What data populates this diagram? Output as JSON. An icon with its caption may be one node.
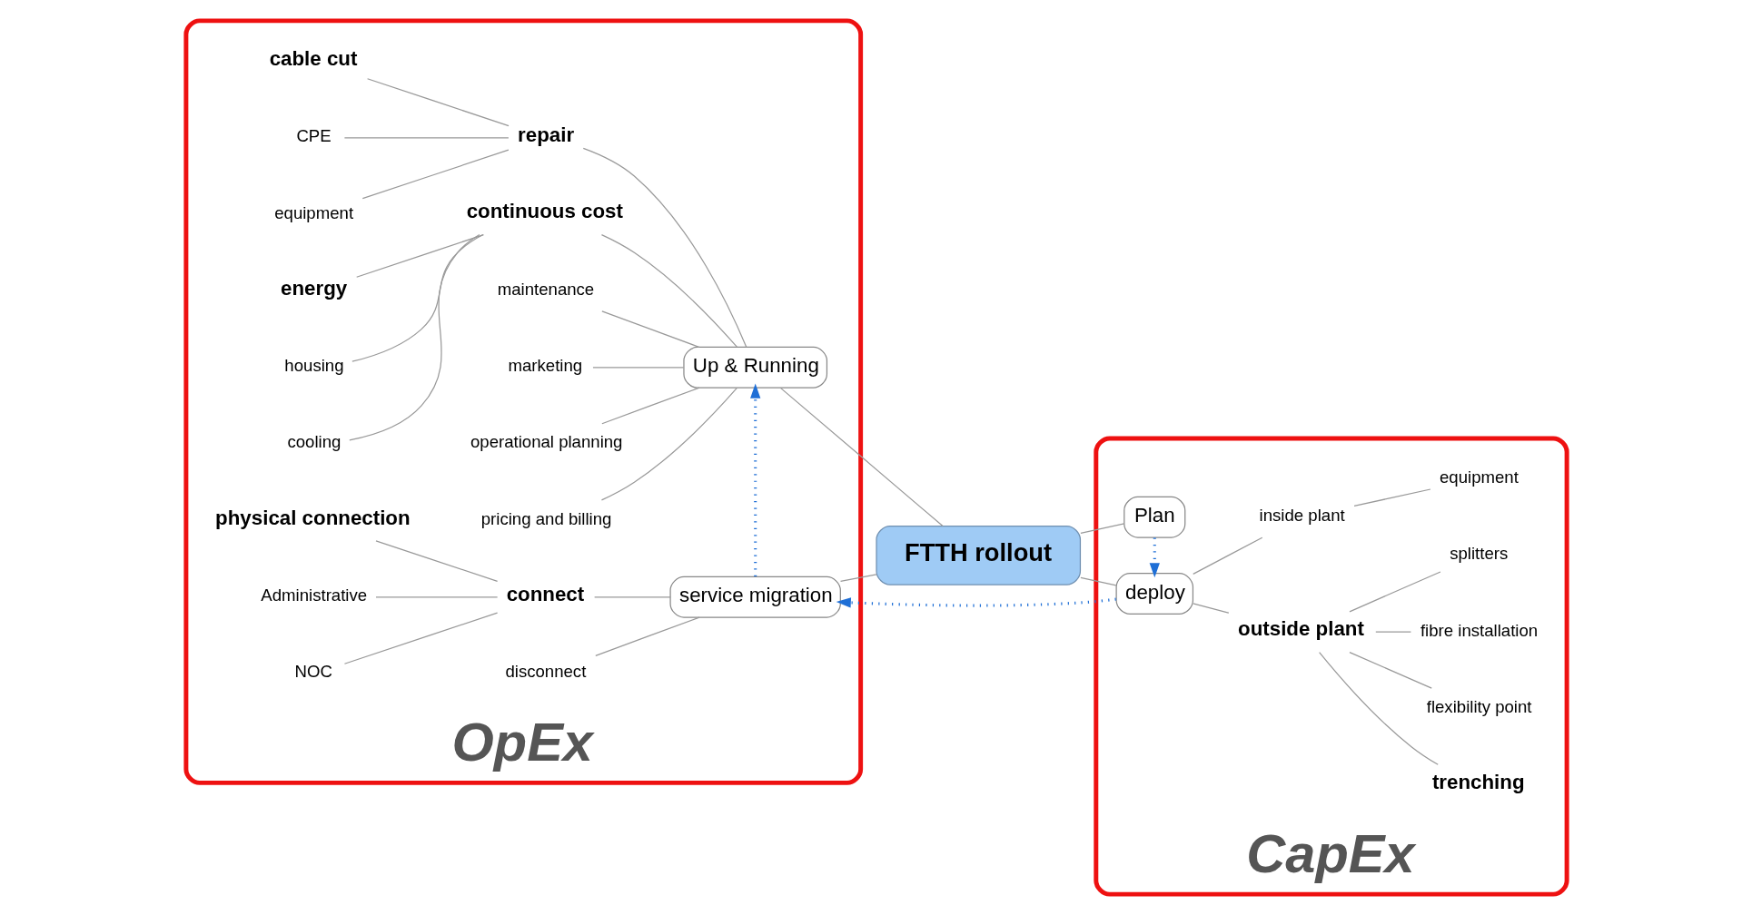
{
  "diagram": {
    "nodes": [
      {
        "text": [
          "OpEx"
        ]
      },
      {
        "text": [
          "FTTH rollout"
        ]
      },
      {
        "text": [
          "Up & Running"
        ],
        "in": 0
      },
      {
        "text": [
          "repair"
        ],
        "in": 0
      },
      {
        "text": [
          "cable cut"
        ],
        "in": 0
      },
      {
        "text": [
          "CPE"
        ],
        "in": 0
      },
      {
        "text": [
          "equipment"
        ],
        "in": 0
      },
      {
        "text": [
          "continuous cost"
        ],
        "in": 0
      },
      {
        "text": [
          "energy"
        ],
        "in": 0
      },
      {
        "text": [
          "housing"
        ],
        "in": 0
      },
      {
        "text": [
          "cooling"
        ],
        "in": 0
      },
      {
        "text": [
          "maintenance"
        ],
        "in": 0
      },
      {
        "text": [
          "marketing"
        ],
        "in": 0
      },
      {
        "text": [
          "operational planning"
        ],
        "in": 0
      },
      {
        "text": [
          "pricing and billing"
        ],
        "in": 0
      },
      {
        "text": [
          "service migration"
        ],
        "in": 0
      },
      {
        "text": [
          "connect"
        ],
        "in": 0
      },
      {
        "text": [
          "physical connection"
        ],
        "in": 0
      },
      {
        "text": [
          "Administrative"
        ],
        "in": 0
      },
      {
        "text": [
          "NOC"
        ],
        "in": 0
      },
      {
        "text": [
          "disconnect"
        ],
        "in": 0
      },
      {
        "text": [
          "CapEx"
        ]
      },
      {
        "text": [
          "Plan"
        ],
        "in": 21
      },
      {
        "text": [
          "deploy"
        ],
        "in": 21
      },
      {
        "text": [
          "outside plant"
        ],
        "in": 21
      },
      {
        "text": [
          "trenching"
        ],
        "in": 21
      },
      {
        "text": [
          "flexibility point"
        ],
        "in": 21
      },
      {
        "text": [
          "fibre installation"
        ],
        "in": 21
      },
      {
        "text": [
          "splitters"
        ],
        "in": 21
      },
      {
        "text": [
          "inside plant"
        ],
        "in": 21
      },
      {
        "text": [
          "equipment"
        ],
        "in": 21
      }
    ],
    "edges": [
      {
        "from": 1,
        "to": 2,
        "arrow": "none"
      },
      {
        "from": 1,
        "to": 22,
        "arrow": "none"
      },
      {
        "from": 1,
        "to": 23,
        "arrow": "none"
      },
      {
        "from": 1,
        "to": 15,
        "arrow": "none"
      },
      {
        "from": 2,
        "to": 3,
        "arrow": "none"
      },
      {
        "from": 3,
        "to": 4,
        "arrow": "none"
      },
      {
        "from": 3,
        "to": 5,
        "arrow": "none"
      },
      {
        "from": 3,
        "to": 6,
        "arrow": "none"
      },
      {
        "from": 2,
        "to": 7,
        "arrow": "none"
      },
      {
        "from": 7,
        "to": 8,
        "arrow": "none"
      },
      {
        "from": 7,
        "to": 9,
        "arrow": "none"
      },
      {
        "from": 7,
        "to": 10,
        "arrow": "none"
      },
      {
        "from": 2,
        "to": 11,
        "arrow": "none"
      },
      {
        "from": 2,
        "to": 12,
        "arrow": "none"
      },
      {
        "from": 2,
        "to": 13,
        "arrow": "none"
      },
      {
        "from": 2,
        "to": 14,
        "arrow": "none"
      },
      {
        "from": 15,
        "to": 16,
        "arrow": "none"
      },
      {
        "from": 16,
        "to": 17,
        "arrow": "none"
      },
      {
        "from": 16,
        "to": 18,
        "arrow": "none"
      },
      {
        "from": 16,
        "to": 19,
        "arrow": "none"
      },
      {
        "from": 15,
        "to": 20,
        "arrow": "none"
      },
      {
        "from": 23,
        "to": 24,
        "arrow": "none"
      },
      {
        "from": 24,
        "to": 25,
        "arrow": "none"
      },
      {
        "from": 24,
        "to": 26,
        "arrow": "none"
      },
      {
        "from": 24,
        "to": 27,
        "arrow": "none"
      },
      {
        "from": 24,
        "to": 28,
        "arrow": "none"
      },
      {
        "from": 23,
        "to": 29,
        "arrow": "none"
      },
      {
        "from": 29,
        "to": 30,
        "arrow": "none"
      },
      {
        "from": 22,
        "to": 23,
        "arrow": "to",
        "style": "dashed",
        "color": "#1f6fd6"
      },
      {
        "from": 23,
        "to": 15,
        "arrow": "to",
        "style": "dashed",
        "color": "#1f6fd6"
      },
      {
        "from": 15,
        "to": 2,
        "arrow": "to",
        "style": "dashed",
        "color": "#1f6fd6"
      }
    ]
  }
}
